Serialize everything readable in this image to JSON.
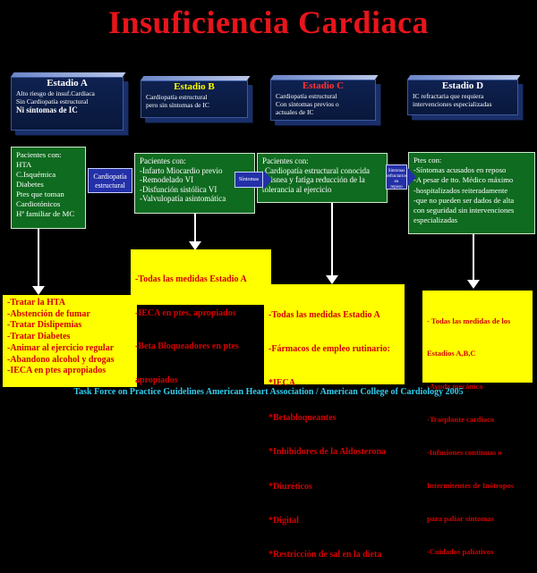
{
  "title": "Insuficiencia  Cardiaca",
  "colors": {
    "title": "#e8141b",
    "stage_a": "#ffffff",
    "stage_b": "#ffff00",
    "stage_c": "#ff3333",
    "stage_d": "#ffffff",
    "green_box": "#0f6b1f",
    "yellow_box": "#ffff00",
    "yellow_text": "#d40000",
    "footer": "#33ccee"
  },
  "stages": [
    {
      "title": "Estadio A",
      "desc": [
        "Alto riesgo de   insuf.Cardiaca",
        "Sin Cardiopatía estructural"
      ],
      "emph": "Ni síntomas de IC"
    },
    {
      "title": "Estadio B",
      "desc": [
        "Cardiopatía estructural",
        "pero sin síntomas de IC"
      ],
      "emph": ""
    },
    {
      "title": "Estadio C",
      "desc": [
        "Cardiopatía estructural",
        "Con síntomas previos o",
        "actuales de IC"
      ],
      "emph": ""
    },
    {
      "title": "Estadio D",
      "desc": [
        "IC refractaria que requiera",
        "intervenciones especializadas"
      ],
      "emph": ""
    }
  ],
  "patients": [
    {
      "lines": [
        "Pacientes con:",
        "HTA",
        "C.Isquémica",
        "Diabetes",
        "Ptes que toman",
        "Cardiotónicos",
        "Hª familiar de MC"
      ]
    },
    {
      "lines": [
        "Pacientes con:",
        "-Infarto Miocardio previo",
        "-Remodelado VI",
        "-Disfunción sistólica VI",
        "-Valvulopatía asintomática"
      ]
    },
    {
      "lines": [
        "Pacientes con:",
        "-Cardiopatía estructural conocida",
        "-Disnea y fatiga reducción de la",
        "tolerancia al ejercicio"
      ]
    },
    {
      "lines": [
        "Ptes con:",
        "-Síntomas acusados en reposo",
        "-A pesar de tto. Médico máximo",
        "-hospitalizados reiteradamente",
        "-que no pueden ser dados de alta",
        "con seguridad sin intervenciones",
        "especializadas"
      ]
    }
  ],
  "transitions": [
    {
      "label_lines": [
        "Cardiopatía",
        "estructural"
      ]
    },
    {
      "label_lines": [
        "Síntomas"
      ]
    },
    {
      "label_lines": [
        "Síntomas",
        "refractarios en",
        "reposo"
      ]
    }
  ],
  "treatments": [
    {
      "lines": [
        "-Tratar  la HTA",
        "-Abstención de fumar",
        "-Tratar Dislipemias",
        "-Tratar Diabetes",
        "-Animar al ejercicio regular",
        "-Abandono alcohol y drogas",
        "-IECA en ptes apropiados"
      ]
    },
    {
      "lines": [
        "-Todas las medidas Estadio A",
        "-IECA en ptes. apropiados",
        "-Beta Bloqueadores en ptes",
        "  apropiados"
      ]
    },
    {
      "lines": [
        "-Todas las medidas Estadio A",
        "-Fármacos de empleo rutinario:",
        "  *IECA",
        "  *Betabloqueantes",
        "  *Inhibidores de la Aldosterona",
        "  *Diuréticos",
        "  *Digital",
        "  *Restricción de sal en la dieta"
      ]
    },
    {
      "lines": [
        "- Todas las medidas de los",
        "  Estadios A,B,C",
        "-Ayuda mecánica",
        "-Trasplante cardiaco",
        "-Infusiones continuas o",
        "  Intermitentes de Inótropos",
        "  para paliar síntomas",
        "-Cuidados paliativos"
      ]
    }
  ],
  "footer": "Task Force on Practice Guidelines  American Heart Association / American College of Cardiology 2005"
}
